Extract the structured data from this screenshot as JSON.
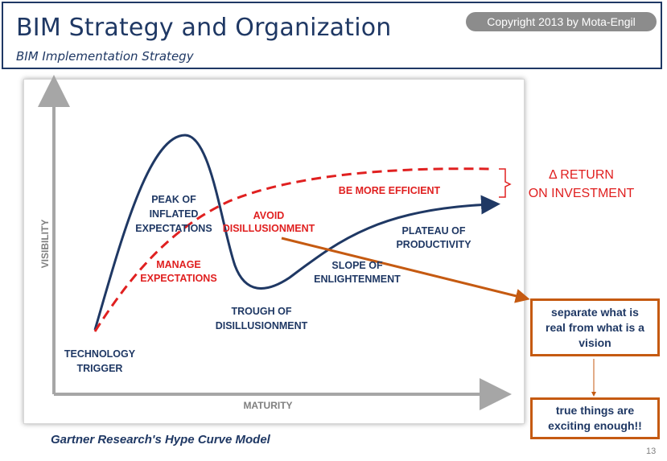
{
  "header": {
    "title": "BIM Strategy and Organization",
    "subtitle": "BIM Implementation Strategy",
    "copyright": "Copyright 2013 by Mota-Engil"
  },
  "diagram": {
    "axis_labels": {
      "y": "VISIBILITY",
      "x": "MATURITY"
    },
    "phases": {
      "trigger": [
        "TECHNOLOGY",
        "TRIGGER"
      ],
      "peak": [
        "PEAK OF",
        "INFLATED",
        "EXPECTATIONS"
      ],
      "trough": [
        "TROUGH OF",
        "DISILLUSIONMENT"
      ],
      "slope": [
        "SLOPE OF",
        "ENLIGHTENMENT"
      ],
      "plateau": [
        "PLATEAU OF",
        "PRODUCTIVITY"
      ]
    },
    "annotations": {
      "manage": [
        "MANAGE",
        "EXPECTATIONS"
      ],
      "avoid": [
        "AVOID",
        "DISILLUSIONMENT"
      ],
      "efficient": "BE MORE EFFICIENT",
      "return": [
        "Δ RETURN",
        "ON INVESTMENT"
      ]
    },
    "boxes": {
      "separate": "separate what is real from what is a vision",
      "true_things": "true things are exciting enough!!"
    },
    "colors": {
      "curve": "#1f3864",
      "dashed": "#e02020",
      "arrow": "#c55a11",
      "axis": "#a6a6a6"
    }
  },
  "caption": "Gartner Research's Hype Curve Model",
  "page_number": "13"
}
